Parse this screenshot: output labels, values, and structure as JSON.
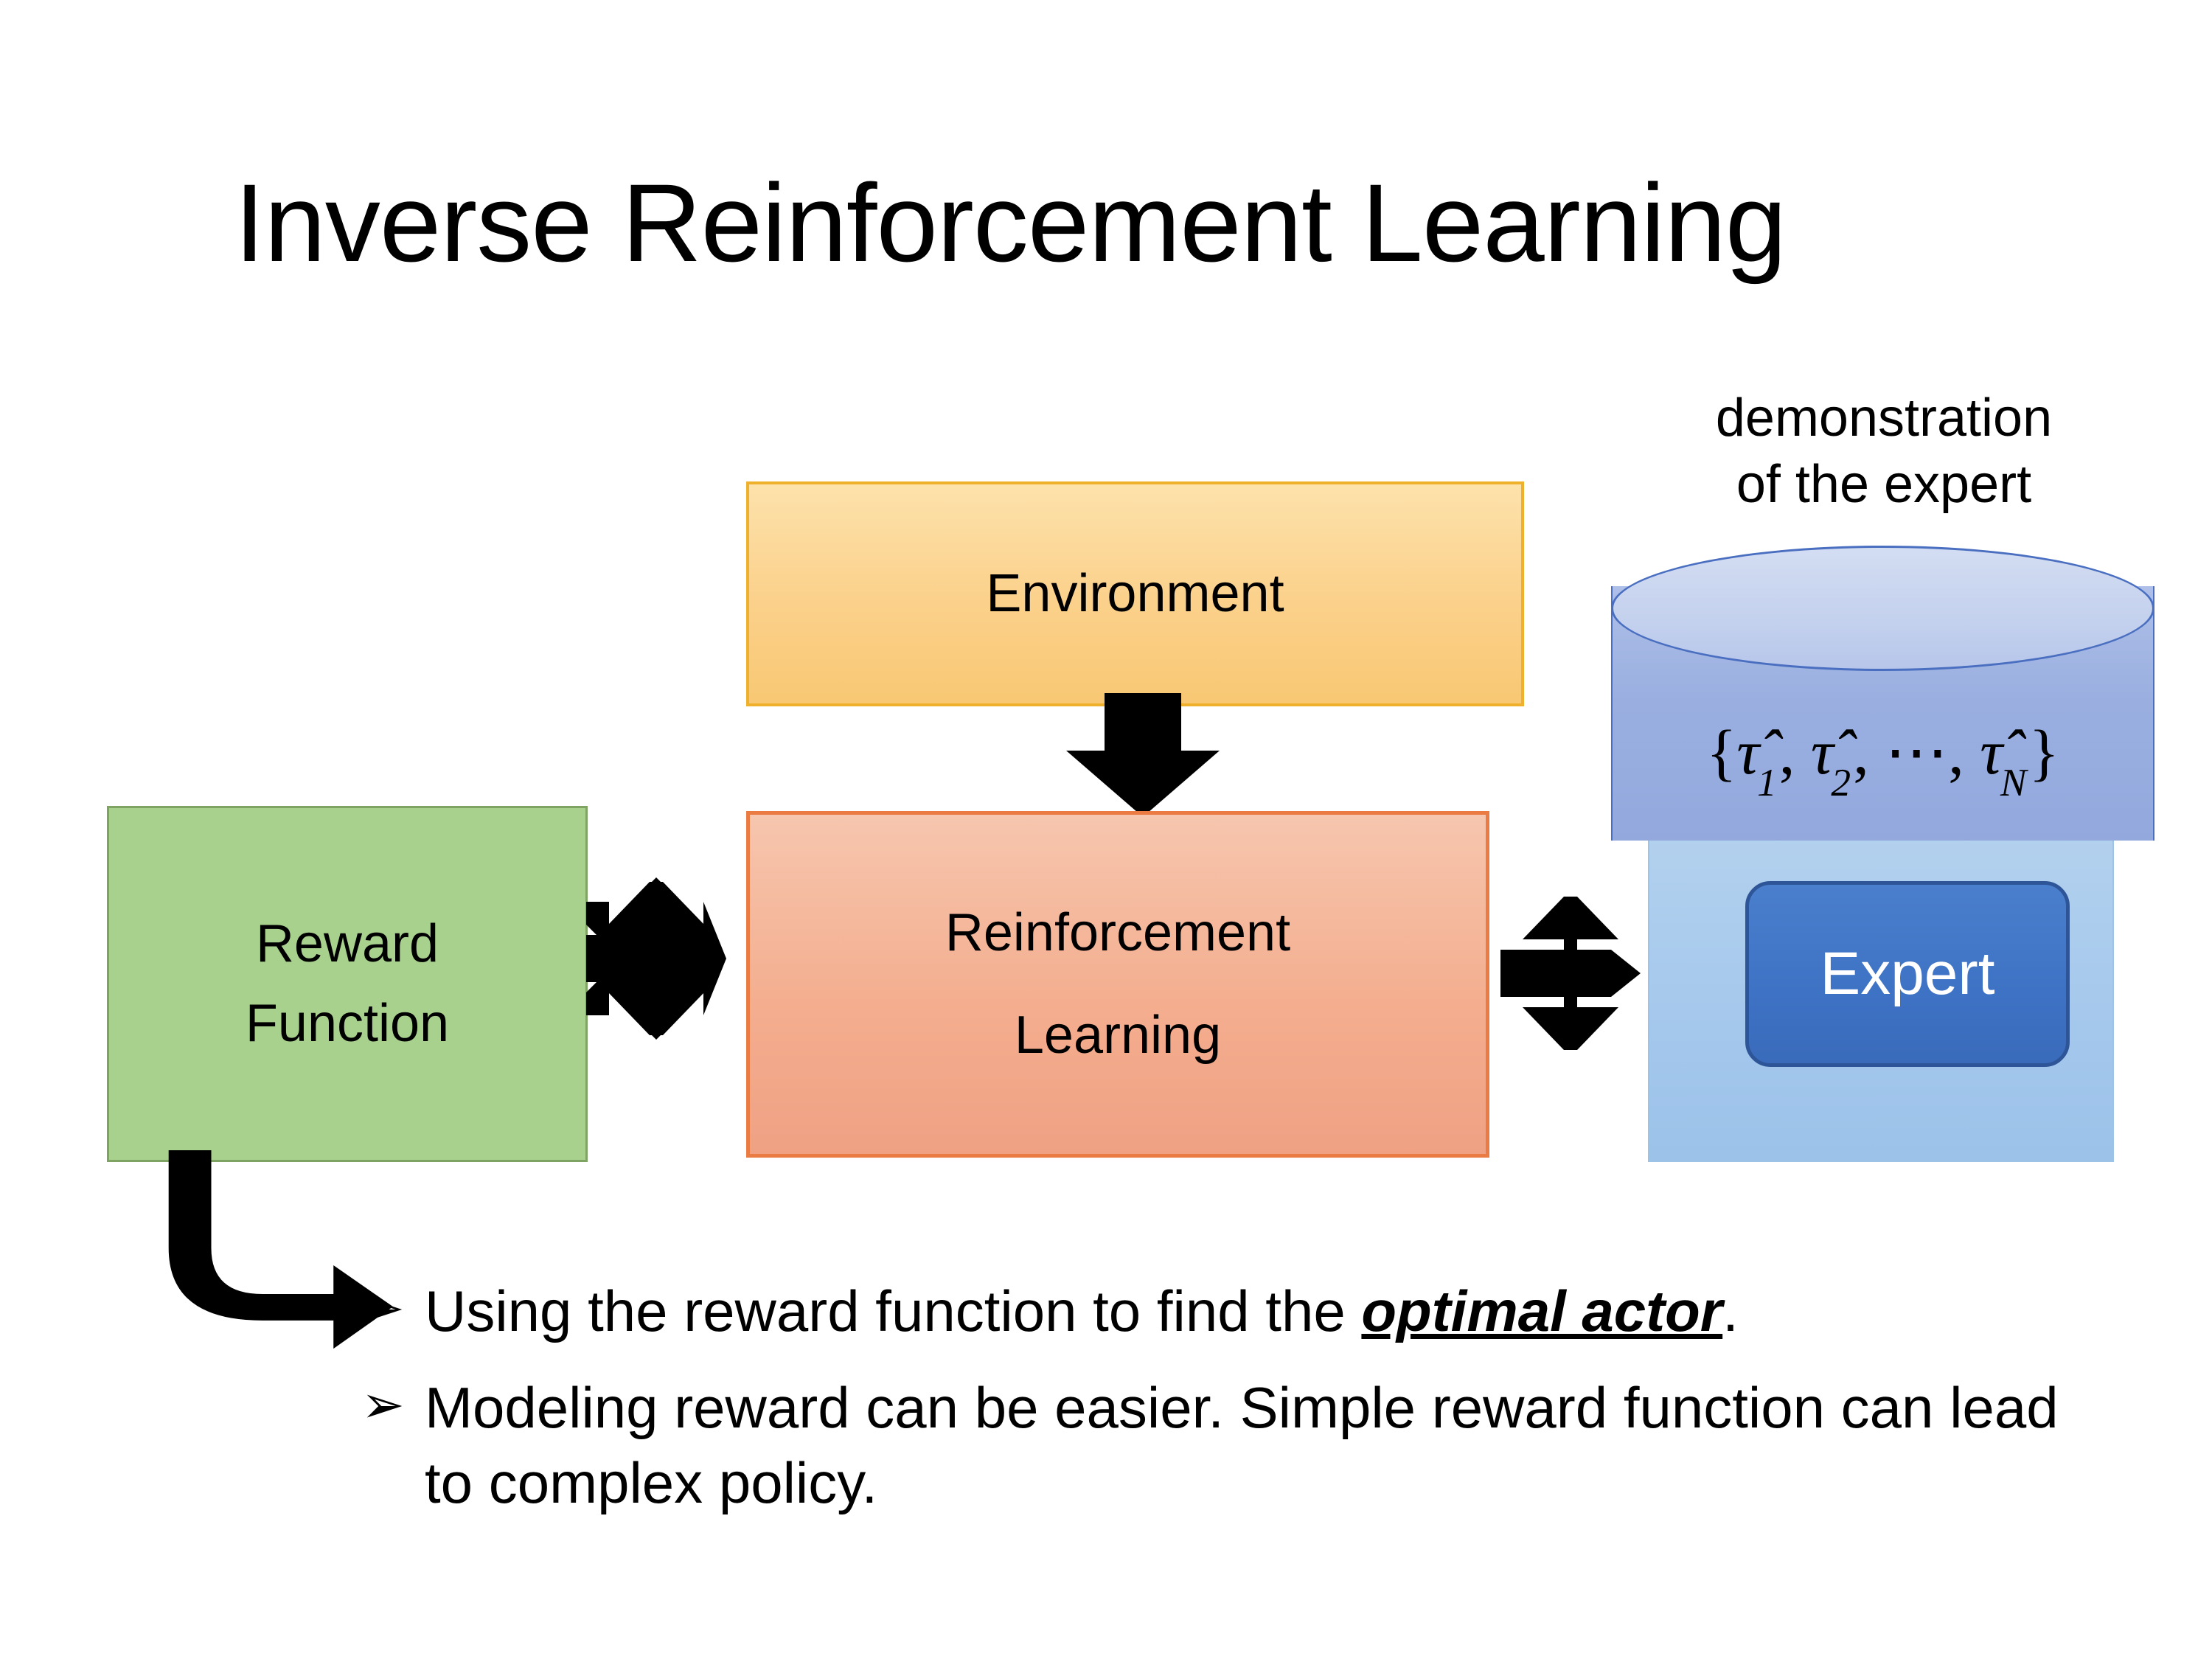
{
  "slide": {
    "title": "Inverse Reinforcement Learning",
    "background_color": "#FFFFFF"
  },
  "diagram": {
    "environment_box": {
      "label": "Environment",
      "fill_color": "#FBD08A",
      "border_color": "#EFB12B"
    },
    "rl_box": {
      "label_line1": "Reinforcement",
      "label_line2": "Learning",
      "fill_color": "#F4AE8F",
      "border_color": "#E97B43"
    },
    "reward_box": {
      "label_line1": "Reward",
      "label_line2": "Function",
      "fill_color": "#A9D18E",
      "border_color": "#7FA363"
    },
    "expert_panel": {
      "fill_color": "#A5C8EC",
      "chip_label": "Expert",
      "chip_fill_color": "#3E72C4",
      "chip_text_color": "#FFFFFF"
    },
    "demonstration": {
      "caption_line1": "demonstration",
      "caption_line2": "of the expert",
      "cylinder_fill_color": "#9AAFE0",
      "cylinder_border_color": "#4A6FC0",
      "set_open": "{",
      "set_item1_base": "τ̂",
      "set_item1_sub": "1",
      "set_sep1": ", ",
      "set_item2_base": "τ̂",
      "set_item2_sub": "2",
      "set_sep2": ", ⋯, ",
      "set_item3_base": "τ̂",
      "set_item3_sub": "N",
      "set_close": "}"
    },
    "arrows": {
      "environment_to_rl": "down-block-arrow",
      "reward_to_rl": "quad-arrow",
      "rl_to_expert": "quad-arrow",
      "reward_to_bullets": "elbow-arrow",
      "color": "#000000"
    }
  },
  "bullets": {
    "marker": "➢",
    "items": [
      {
        "text_before": "Using the reward function to find the ",
        "emphasis": "optimal actor",
        "text_after": "."
      },
      {
        "text_before": "Modeling reward can be easier. Simple reward function can lead to complex policy.",
        "emphasis": "",
        "text_after": ""
      }
    ]
  }
}
